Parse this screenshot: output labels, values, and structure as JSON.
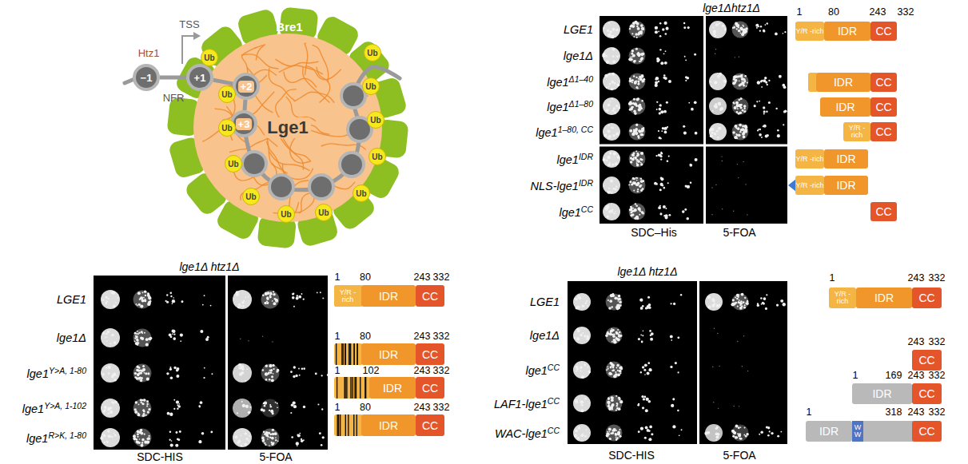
{
  "diagram": {
    "nodes": [
      {
        "text": [
          "Lge1"
        ]
      },
      {
        "text": [
          "−1"
        ]
      },
      {
        "text": [
          "+1"
        ]
      },
      {
        "text": [
          "+2"
        ],
        "in": 0
      },
      {
        "text": [
          "+3"
        ],
        "in": 0
      },
      {
        "text": [
          "Ub"
        ]
      },
      {
        "text": [
          "Ub"
        ]
      },
      {
        "text": [
          "Ub"
        ]
      },
      {
        "text": [
          "Ub"
        ]
      },
      {
        "text": [
          "Ub"
        ]
      },
      {
        "text": [
          "Ub"
        ]
      },
      {
        "text": [
          "Ub"
        ]
      },
      {
        "text": [
          "Ub"
        ]
      },
      {
        "text": [
          "Ub"
        ]
      },
      {
        "text": [
          "Ub"
        ]
      },
      {
        "text": [
          "Ub"
        ]
      },
      {
        "text": [
          "Ub"
        ]
      },
      {
        "text": [
          "Y/R -rich"
        ]
      },
      {
        "text": [
          "IDR"
        ]
      },
      {
        "text": [
          "CC"
        ]
      },
      {
        "text": [
          "IDR"
        ]
      },
      {
        "text": [
          "CC"
        ]
      },
      {
        "text": [
          "IDR"
        ]
      },
      {
        "text": [
          "CC"
        ]
      },
      {
        "text": [
          "Y/R -rich"
        ]
      },
      {
        "text": [
          "CC"
        ]
      },
      {
        "text": [
          "Y/R -rich"
        ]
      },
      {
        "text": [
          "IDR"
        ]
      },
      {
        "text": [
          "Y/R -rich"
        ]
      },
      {
        "text": [
          "IDR"
        ]
      },
      {
        "text": [
          "CC"
        ]
      },
      {
        "text": [
          "Y/R -rich"
        ]
      },
      {
        "text": [
          "IDR"
        ]
      },
      {
        "text": [
          "CC"
        ]
      },
      {
        "text": [
          "IDR"
        ]
      },
      {
        "text": [
          "CC"
        ]
      },
      {
        "text": [
          "IDR"
        ]
      },
      {
        "text": [
          "CC"
        ]
      },
      {
        "text": [
          "IDR"
        ]
      },
      {
        "text": [
          "CC"
        ]
      },
      {
        "text": [
          "Y/R -rich"
        ]
      },
      {
        "text": [
          "IDR"
        ]
      },
      {
        "text": [
          "CC"
        ]
      },
      {
        "text": [
          "CC"
        ]
      },
      {
        "text": [
          "IDR"
        ]
      },
      {
        "text": [
          "CC"
        ]
      },
      {
        "text": [
          "IDR"
        ]
      },
      {
        "text": [
          "WW"
        ]
      },
      {
        "text": [
          "CC"
        ]
      }
    ],
    "edges": [
      {
        "from": 1,
        "to": 2,
        "arrow": "none"
      },
      {
        "from": 2,
        "to": 3,
        "arrow": "none"
      },
      {
        "from": 3,
        "to": 4,
        "arrow": "none"
      }
    ],
    "labels": [
      "Htz1",
      "TSS",
      "NFR",
      "Bre1",
      "lge1Δhtz1Δ",
      "LGE1",
      "lge1Δ",
      "lge1",
      "Δ1–40",
      "lge1",
      "Δ1–80",
      "lge1",
      "1–80, CC",
      "lge1",
      "IDR",
      "NLS-lge1",
      "IDR",
      "lge1",
      "CC",
      "SDC–His",
      "5-FOA",
      "1",
      "80",
      "243",
      "332",
      "lge1Δ htz1Δ",
      "LGE1",
      "lge1Δ",
      "lge1",
      "Y>A, 1-80",
      "lge1",
      "Y>A, 1-102",
      "lge1",
      "R>K, 1-80",
      "SDC-HIS",
      "5-FOA",
      "1",
      "80",
      "243",
      "332",
      "1",
      "80",
      "243",
      "332",
      "1",
      "102",
      "243",
      "332",
      "1",
      "80",
      "243",
      "332",
      "lge1Δ htz1Δ",
      "LGE1",
      "lge1Δ",
      "lge1",
      "CC",
      "LAF1-lge1",
      "CC",
      "WAC-lge1",
      "CC",
      "SDC-HIS",
      "5-FOA",
      "1",
      "243",
      "332",
      "243",
      "332",
      "1",
      "169",
      "243",
      "332",
      "1",
      "318",
      "243",
      "332"
    ]
  }
}
